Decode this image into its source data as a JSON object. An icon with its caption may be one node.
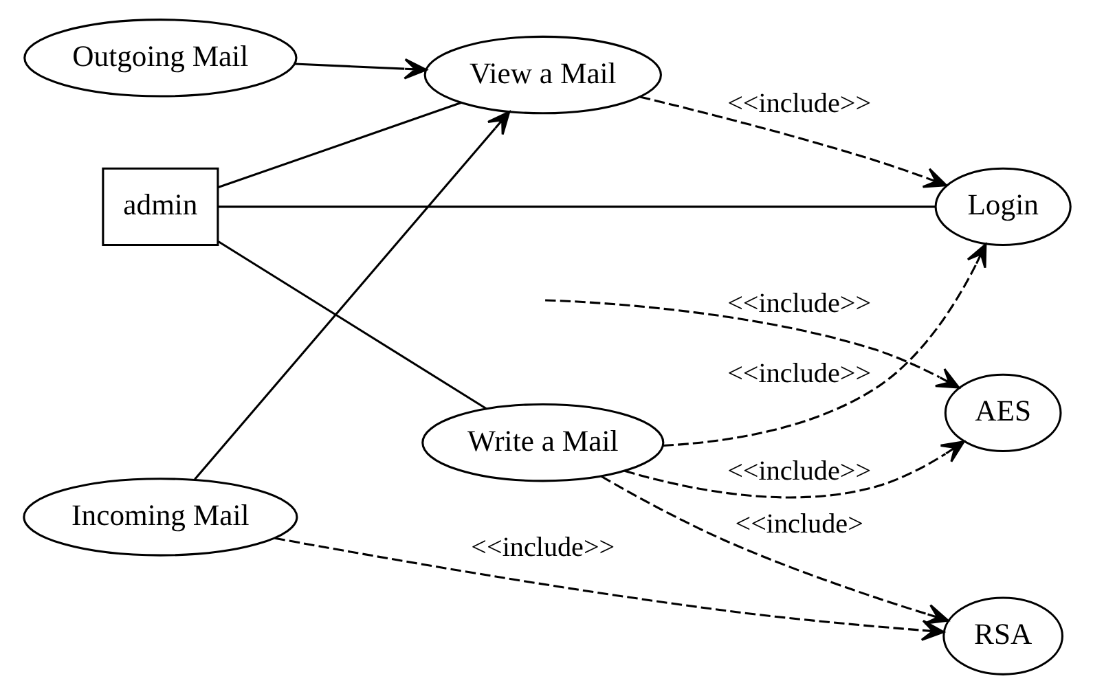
{
  "diagram": {
    "nodes": [
      {
        "text": [
          "Outgoing Mail"
        ]
      },
      {
        "text": [
          "View a Mail"
        ]
      },
      {
        "text": [
          "Incoming Mail"
        ]
      },
      {
        "text": [
          "admin"
        ]
      },
      {
        "text": [
          "Login"
        ]
      },
      {
        "text": [
          "AES"
        ]
      },
      {
        "text": [
          "Write a Mail"
        ]
      },
      {
        "text": [
          "RSA"
        ]
      }
    ],
    "edges": [
      {
        "from": 0,
        "to": 1,
        "arrow": "to"
      },
      {
        "from": 2,
        "to": 1,
        "arrow": "to"
      },
      {
        "from": 3,
        "to": 1,
        "arrow": "none"
      },
      {
        "from": 3,
        "to": 4,
        "arrow": "none"
      },
      {
        "from": 3,
        "to": 6,
        "arrow": "none"
      },
      {
        "from": 1,
        "to": 4,
        "arrow": "to",
        "style": "dashed",
        "label": "<<include>>"
      },
      {
        "from": null,
        "to": 5,
        "arrow": "to",
        "style": "dashed",
        "label": "<<include>>"
      },
      {
        "from": 6,
        "to": 4,
        "arrow": "to",
        "style": "dashed",
        "label": "<<include>>"
      },
      {
        "from": 6,
        "to": 5,
        "arrow": "to",
        "style": "dashed",
        "label": "<<include>>"
      },
      {
        "from": 6,
        "to": 7,
        "arrow": "to",
        "style": "dashed",
        "label": "<<include>"
      },
      {
        "from": 2,
        "to": 7,
        "arrow": "to",
        "style": "dashed",
        "label": "<<include>>"
      }
    ]
  }
}
